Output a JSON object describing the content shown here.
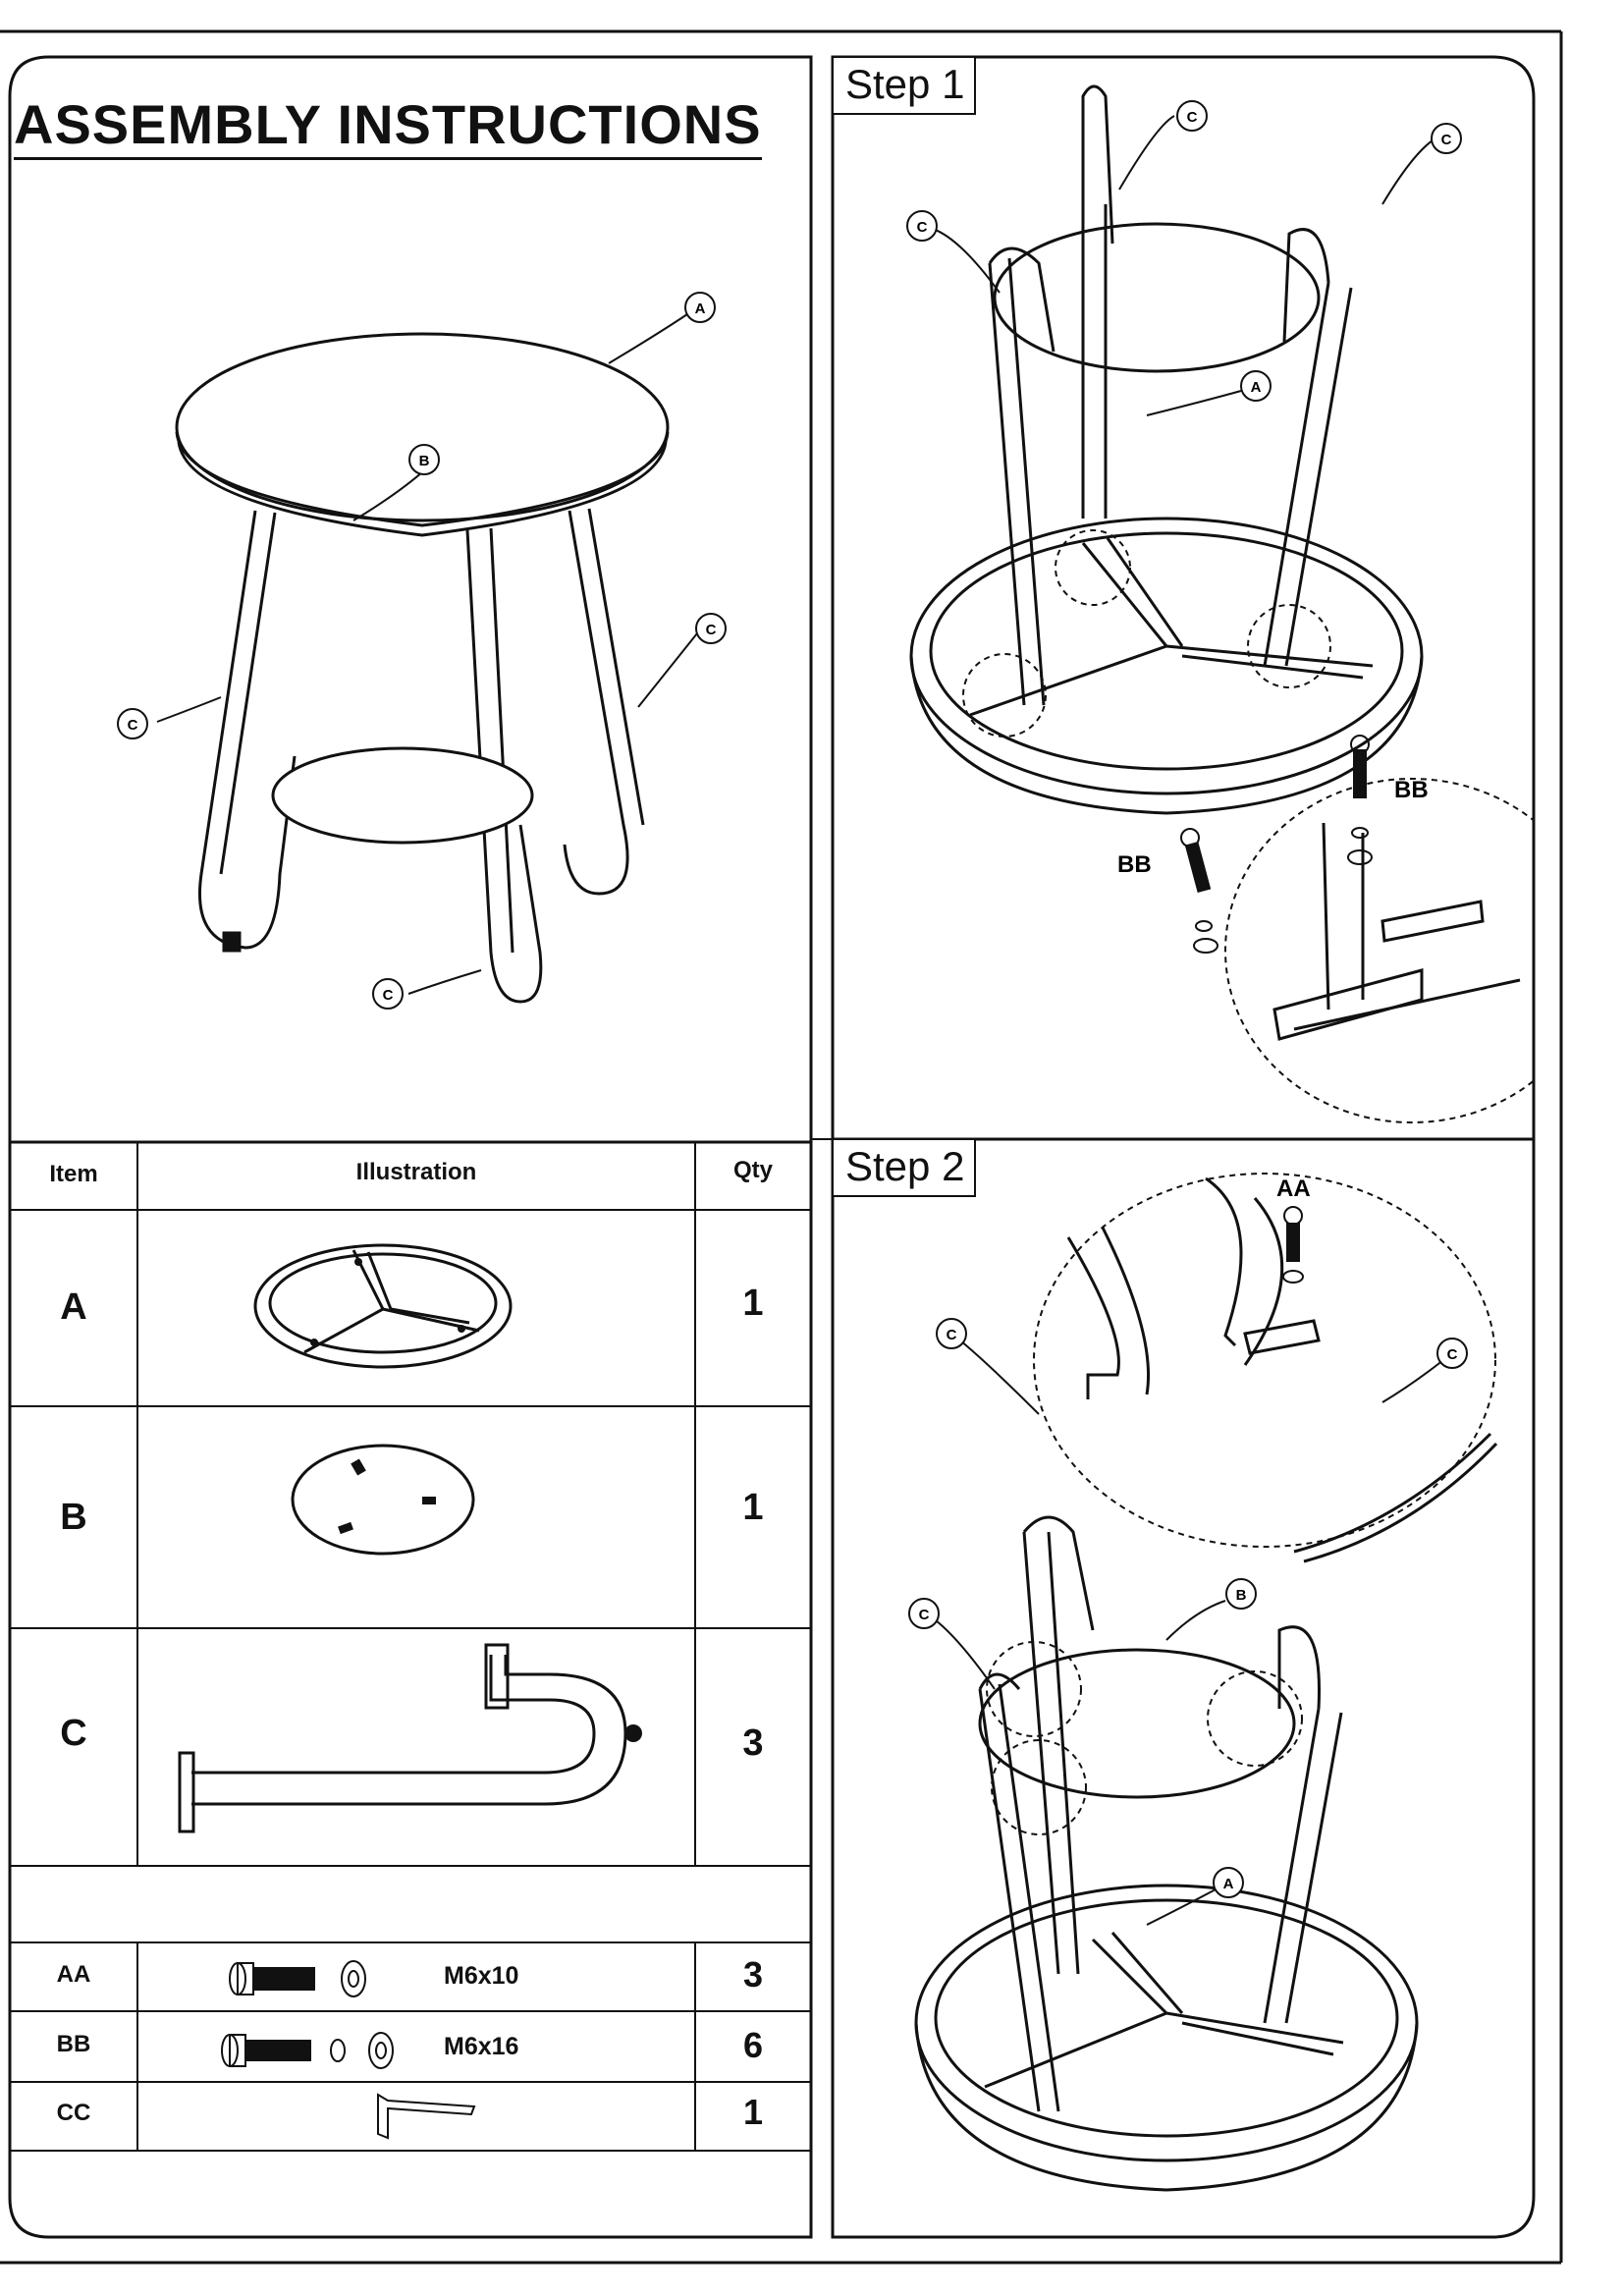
{
  "header": {
    "title": "ASSEMBLY  INSTRUCTIONS"
  },
  "overview": {
    "callouts": [
      "A",
      "B",
      "C",
      "C",
      "C"
    ]
  },
  "table": {
    "headers": {
      "item": "Item",
      "illustration": "Illustration",
      "qty": "Qty"
    },
    "parts": [
      {
        "item": "A",
        "qty": "1"
      },
      {
        "item": "B",
        "qty": "1"
      },
      {
        "item": "C",
        "qty": "3"
      }
    ],
    "hardware": [
      {
        "item": "AA",
        "spec": "M6x10",
        "qty": "3"
      },
      {
        "item": "BB",
        "spec": "M6x16",
        "qty": "6"
      },
      {
        "item": "CC",
        "spec": "",
        "qty": "1"
      }
    ]
  },
  "step1": {
    "label": "Step 1",
    "callouts": [
      "C",
      "C",
      "C",
      "A"
    ],
    "screw_labels": [
      "BB",
      "BB"
    ]
  },
  "step2": {
    "label": "Step 2",
    "callouts": [
      "C",
      "C",
      "C",
      "B",
      "A"
    ],
    "screw_label": "AA"
  }
}
